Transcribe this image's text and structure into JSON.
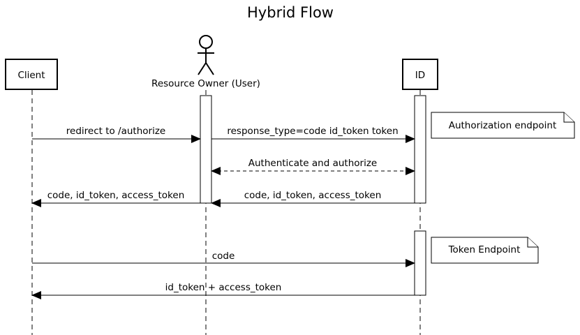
{
  "title": "Hybrid Flow",
  "participants": {
    "client": "Client",
    "resource_owner": "Resource Owner (User)",
    "id": "ID"
  },
  "messages": {
    "m1": "redirect to /authorize",
    "m2": "response_type=code id_token token",
    "m3": "Authenticate and authorize",
    "m4": "code, id_token, access_token",
    "m5": "code, id_token, access_token",
    "m6": "code",
    "m7": "id_token + access_token"
  },
  "notes": {
    "n1": "Authorization endpoint",
    "n2": "Token Endpoint"
  }
}
